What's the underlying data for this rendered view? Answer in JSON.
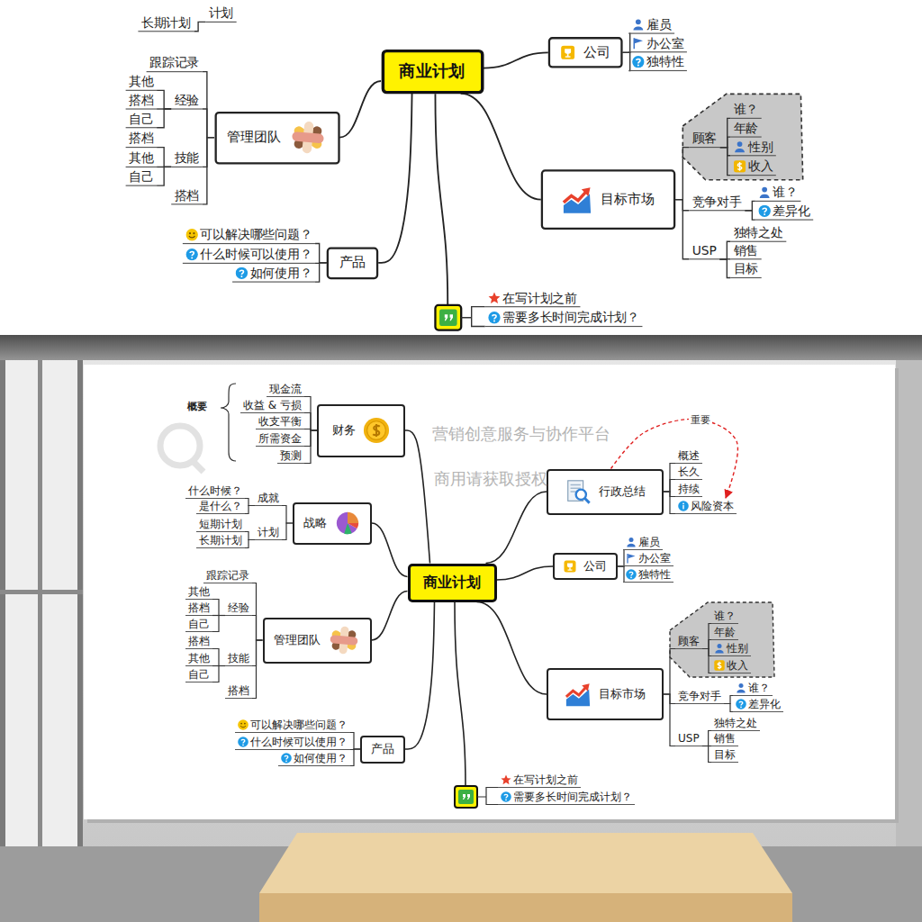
{
  "diagram": {
    "nodes": [
      {
        "text": [
          "商业计划"
        ]
      },
      {
        "text": [
          "计划"
        ]
      },
      {
        "text": [
          "长期计划"
        ]
      },
      {
        "text": [
          "公司"
        ]
      },
      {
        "text": [
          "雇员"
        ]
      },
      {
        "text": [
          "办公室"
        ]
      },
      {
        "text": [
          "独特性"
        ]
      },
      {
        "text": [
          "管理团队"
        ]
      },
      {
        "text": [
          "跟踪记录"
        ]
      },
      {
        "text": [
          "经验"
        ]
      },
      {
        "text": [
          "其他"
        ]
      },
      {
        "text": [
          "搭档"
        ]
      },
      {
        "text": [
          "自己"
        ]
      },
      {
        "text": [
          "技能"
        ]
      },
      {
        "text": [
          "搭档"
        ]
      },
      {
        "text": [
          "其他"
        ]
      },
      {
        "text": [
          "自己"
        ]
      },
      {
        "text": [
          "搭档"
        ]
      },
      {
        "text": [
          "目标市场"
        ]
      },
      {
        "text": [
          "顾客"
        ]
      },
      {
        "text": [
          "谁？"
        ]
      },
      {
        "text": [
          "年龄"
        ]
      },
      {
        "text": [
          "性别"
        ]
      },
      {
        "text": [
          "收入"
        ]
      },
      {
        "text": [
          "竞争对手"
        ]
      },
      {
        "text": [
          "谁？"
        ]
      },
      {
        "text": [
          "差异化"
        ]
      },
      {
        "text": [
          "USP"
        ]
      },
      {
        "text": [
          "独特之处"
        ]
      },
      {
        "text": [
          "销售"
        ]
      },
      {
        "text": [
          "目标"
        ]
      },
      {
        "text": [
          "产品"
        ]
      },
      {
        "text": [
          "可以解决哪些问题？"
        ]
      },
      {
        "text": [
          "什么时候可以使用？"
        ]
      },
      {
        "text": [
          "如何使用？"
        ]
      },
      {
        "text": [
          "在写计划之前"
        ]
      },
      {
        "text": [
          "需要多长时间完成计划？"
        ]
      },
      {
        "text": [
          "商业计划"
        ]
      },
      {
        "text": [
          "财务"
        ]
      },
      {
        "text": [
          "现金流"
        ]
      },
      {
        "text": [
          "收益 & 亏损"
        ]
      },
      {
        "text": [
          "收支平衡"
        ]
      },
      {
        "text": [
          "所需资金"
        ]
      },
      {
        "text": [
          "预测"
        ]
      },
      {
        "text": [
          "行政总结"
        ]
      },
      {
        "text": [
          "概述"
        ]
      },
      {
        "text": [
          "长久"
        ]
      },
      {
        "text": [
          "持续"
        ]
      },
      {
        "text": [
          "风险资本"
        ]
      },
      {
        "text": [
          "战略"
        ]
      },
      {
        "text": [
          "成就"
        ]
      },
      {
        "text": [
          "什么时候？"
        ]
      },
      {
        "text": [
          "是什么？"
        ]
      },
      {
        "text": [
          "计划"
        ]
      },
      {
        "text": [
          "短期计划"
        ]
      },
      {
        "text": [
          "长期计划"
        ]
      },
      {
        "text": [
          "公司"
        ]
      },
      {
        "text": [
          "雇员"
        ]
      },
      {
        "text": [
          "办公室"
        ]
      },
      {
        "text": [
          "独特性"
        ]
      },
      {
        "text": [
          "管理团队"
        ]
      },
      {
        "text": [
          "跟踪记录"
        ]
      },
      {
        "text": [
          "经验"
        ]
      },
      {
        "text": [
          "其他"
        ]
      },
      {
        "text": [
          "搭档"
        ]
      },
      {
        "text": [
          "自己"
        ]
      },
      {
        "text": [
          "技能"
        ]
      },
      {
        "text": [
          "搭档"
        ]
      },
      {
        "text": [
          "其他"
        ]
      },
      {
        "text": [
          "自己"
        ]
      },
      {
        "text": [
          "搭档"
        ]
      },
      {
        "text": [
          "目标市场"
        ]
      },
      {
        "text": [
          "顾客"
        ]
      },
      {
        "text": [
          "谁？"
        ]
      },
      {
        "text": [
          "年龄"
        ]
      },
      {
        "text": [
          "性别"
        ]
      },
      {
        "text": [
          "收入"
        ]
      },
      {
        "text": [
          "竞争对手"
        ]
      },
      {
        "text": [
          "谁？"
        ]
      },
      {
        "text": [
          "差异化"
        ]
      },
      {
        "text": [
          "USP"
        ]
      },
      {
        "text": [
          "独特之处"
        ]
      },
      {
        "text": [
          "销售"
        ]
      },
      {
        "text": [
          "目标"
        ]
      },
      {
        "text": [
          "产品"
        ]
      },
      {
        "text": [
          "可以解决哪些问题？"
        ]
      },
      {
        "text": [
          "什么时候可以使用？"
        ]
      },
      {
        "text": [
          "如何使用？"
        ]
      },
      {
        "text": [
          "在写计划之前"
        ]
      },
      {
        "text": [
          "需要多长时间完成计划？"
        ]
      }
    ],
    "edges": [
      {
        "from": 1,
        "to": 2,
        "arrow": "none"
      },
      {
        "from": 0,
        "to": 3,
        "arrow": "none"
      },
      {
        "from": 3,
        "to": 4,
        "arrow": "none"
      },
      {
        "from": 3,
        "to": 5,
        "arrow": "none"
      },
      {
        "from": 3,
        "to": 6,
        "arrow": "none"
      },
      {
        "from": 0,
        "to": 7,
        "arrow": "none"
      },
      {
        "from": 7,
        "to": 8,
        "arrow": "none"
      },
      {
        "from": 7,
        "to": 9,
        "arrow": "none"
      },
      {
        "from": 7,
        "to": 13,
        "arrow": "none"
      },
      {
        "from": 7,
        "to": 17,
        "arrow": "none"
      },
      {
        "from": 9,
        "to": 10,
        "arrow": "none"
      },
      {
        "from": 9,
        "to": 11,
        "arrow": "none"
      },
      {
        "from": 9,
        "to": 12,
        "arrow": "none"
      },
      {
        "from": 13,
        "to": 14,
        "arrow": "none"
      },
      {
        "from": 13,
        "to": 15,
        "arrow": "none"
      },
      {
        "from": 13,
        "to": 16,
        "arrow": "none"
      },
      {
        "from": 0,
        "to": 18,
        "arrow": "none"
      },
      {
        "from": 18,
        "to": 19,
        "arrow": "none"
      },
      {
        "from": 18,
        "to": 24,
        "arrow": "none"
      },
      {
        "from": 18,
        "to": 27,
        "arrow": "none"
      },
      {
        "from": 19,
        "to": 20,
        "arrow": "none"
      },
      {
        "from": 19,
        "to": 21,
        "arrow": "none"
      },
      {
        "from": 19,
        "to": 22,
        "arrow": "none"
      },
      {
        "from": 19,
        "to": 23,
        "arrow": "none"
      },
      {
        "from": 24,
        "to": 25,
        "arrow": "none"
      },
      {
        "from": 24,
        "to": 26,
        "arrow": "none"
      },
      {
        "from": 27,
        "to": 28,
        "arrow": "none"
      },
      {
        "from": 27,
        "to": 29,
        "arrow": "none"
      },
      {
        "from": 27,
        "to": 30,
        "arrow": "none"
      },
      {
        "from": 0,
        "to": 31,
        "arrow": "none"
      },
      {
        "from": 31,
        "to": 32,
        "arrow": "none"
      },
      {
        "from": 31,
        "to": 33,
        "arrow": "none"
      },
      {
        "from": 31,
        "to": 34,
        "arrow": "none"
      },
      {
        "from": 37,
        "to": 38,
        "arrow": "none"
      },
      {
        "from": 37,
        "to": 44,
        "arrow": "none"
      },
      {
        "from": 37,
        "to": 49,
        "arrow": "none"
      },
      {
        "from": 37,
        "to": 56,
        "arrow": "none"
      },
      {
        "from": 37,
        "to": 60,
        "arrow": "none"
      },
      {
        "from": 37,
        "to": 71,
        "arrow": "none"
      },
      {
        "from": 37,
        "to": 84,
        "arrow": "none"
      },
      {
        "from": 38,
        "to": 39,
        "arrow": "none"
      },
      {
        "from": 38,
        "to": 40,
        "arrow": "none"
      },
      {
        "from": 38,
        "to": 41,
        "arrow": "none"
      },
      {
        "from": 38,
        "to": 42,
        "arrow": "none"
      },
      {
        "from": 38,
        "to": 43,
        "arrow": "none"
      },
      {
        "from": 44,
        "to": 45,
        "arrow": "none"
      },
      {
        "from": 44,
        "to": 46,
        "arrow": "none"
      },
      {
        "from": 44,
        "to": 47,
        "arrow": "none"
      },
      {
        "from": 44,
        "to": 48,
        "arrow": "none"
      },
      {
        "from": 49,
        "to": 50,
        "arrow": "none"
      },
      {
        "from": 49,
        "to": 53,
        "arrow": "none"
      },
      {
        "from": 50,
        "to": 51,
        "arrow": "none"
      },
      {
        "from": 50,
        "to": 52,
        "arrow": "none"
      },
      {
        "from": 53,
        "to": 54,
        "arrow": "none"
      },
      {
        "from": 53,
        "to": 55,
        "arrow": "none"
      },
      {
        "from": 56,
        "to": 57,
        "arrow": "none"
      },
      {
        "from": 56,
        "to": 58,
        "arrow": "none"
      },
      {
        "from": 56,
        "to": 59,
        "arrow": "none"
      },
      {
        "from": 60,
        "to": 61,
        "arrow": "none"
      },
      {
        "from": 60,
        "to": 62,
        "arrow": "none"
      },
      {
        "from": 60,
        "to": 66,
        "arrow": "none"
      },
      {
        "from": 60,
        "to": 70,
        "arrow": "none"
      },
      {
        "from": 62,
        "to": 63,
        "arrow": "none"
      },
      {
        "from": 62,
        "to": 64,
        "arrow": "none"
      },
      {
        "from": 62,
        "to": 65,
        "arrow": "none"
      },
      {
        "from": 66,
        "to": 67,
        "arrow": "none"
      },
      {
        "from": 66,
        "to": 68,
        "arrow": "none"
      },
      {
        "from": 66,
        "to": 69,
        "arrow": "none"
      },
      {
        "from": 71,
        "to": 72,
        "arrow": "none"
      },
      {
        "from": 71,
        "to": 77,
        "arrow": "none"
      },
      {
        "from": 71,
        "to": 80,
        "arrow": "none"
      },
      {
        "from": 72,
        "to": 73,
        "arrow": "none"
      },
      {
        "from": 72,
        "to": 74,
        "arrow": "none"
      },
      {
        "from": 72,
        "to": 75,
        "arrow": "none"
      },
      {
        "from": 72,
        "to": 76,
        "arrow": "none"
      },
      {
        "from": 77,
        "to": 78,
        "arrow": "none"
      },
      {
        "from": 77,
        "to": 79,
        "arrow": "none"
      },
      {
        "from": 80,
        "to": 81,
        "arrow": "none"
      },
      {
        "from": 80,
        "to": 82,
        "arrow": "none"
      },
      {
        "from": 80,
        "to": 83,
        "arrow": "none"
      },
      {
        "from": 84,
        "to": 85,
        "arrow": "none"
      },
      {
        "from": 84,
        "to": 86,
        "arrow": "none"
      },
      {
        "from": 84,
        "to": 87,
        "arrow": "none"
      },
      {
        "from": 44,
        "to": 48,
        "label": "重要",
        "arrow": "to"
      }
    ],
    "labels": [
      "概要",
      "营销创意服务与协作平台",
      "商用请获取授权"
    ]
  }
}
